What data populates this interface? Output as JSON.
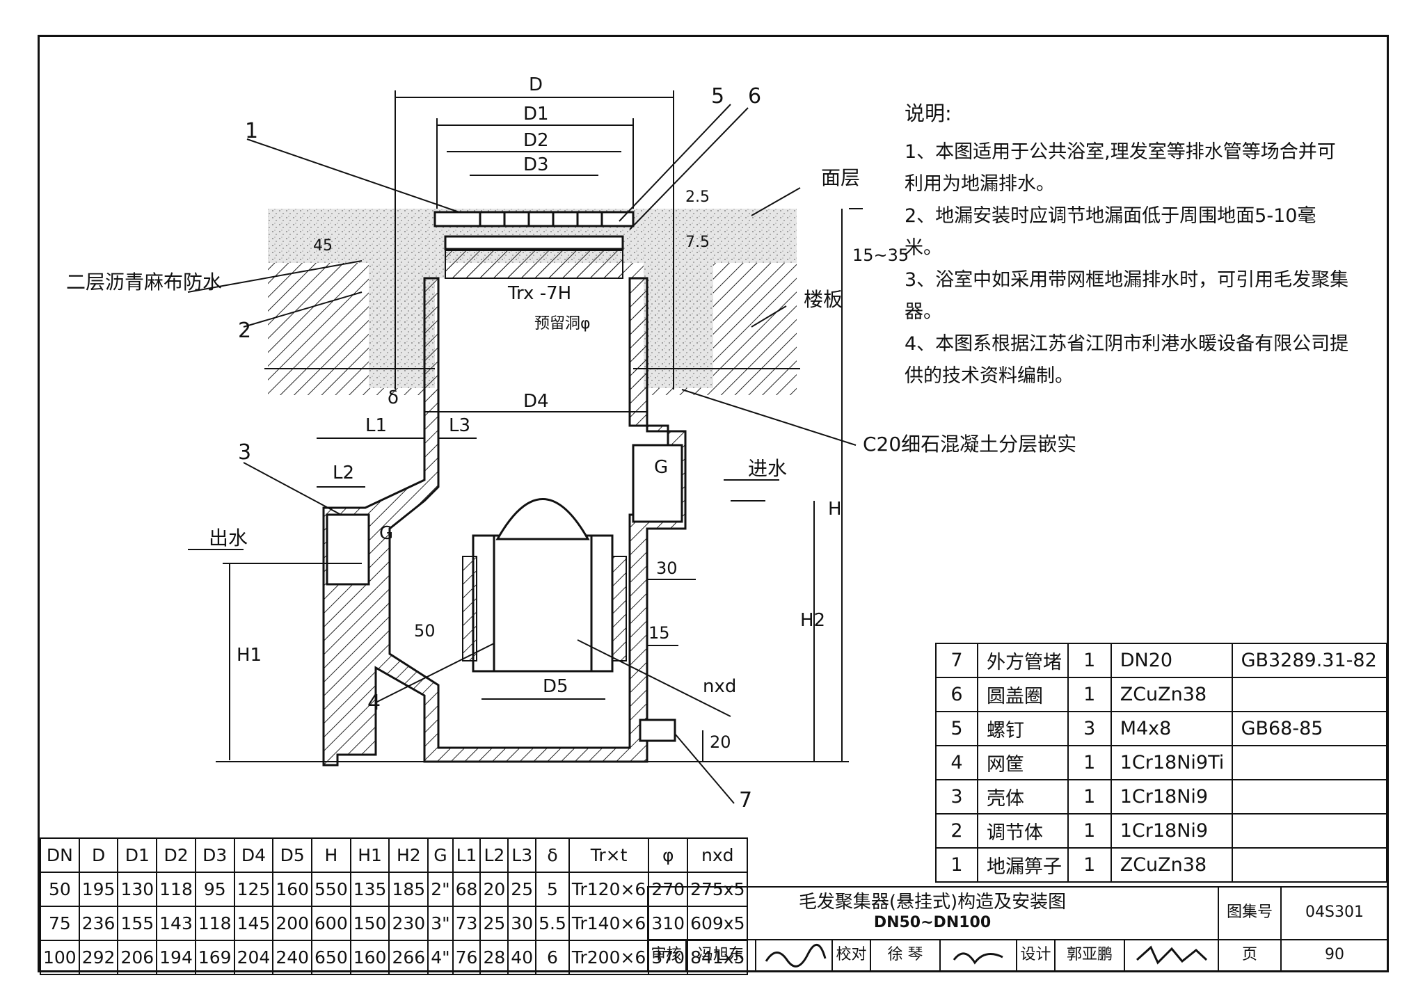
{
  "notes": {
    "title": "说明:",
    "items": [
      "1、本图适用于公共浴室,理发室等排水管等场合并可利用为地漏排水。",
      "2、地漏安装时应调节地漏面低于周围地面5-10毫米。",
      "3、浴室中如采用带网框地漏排水时，可引用毛发聚集器。",
      "4、本图系根据江苏省江阴市利港水暖设备有限公司提供的技术资料编制。"
    ]
  },
  "drawing_labels": {
    "D": "D",
    "D1": "D1",
    "D2": "D2",
    "D3": "D3",
    "D4": "D4",
    "D5": "D5",
    "L1": "L1",
    "L2": "L2",
    "L3": "L3",
    "H": "H",
    "H1": "H1",
    "H2": "H2",
    "G_in": "G",
    "G_out": "G",
    "delta": "δ",
    "nxd": "nxd",
    "thread": "Trx -7H",
    "hole": "预留洞φ",
    "dim_25": "2.5",
    "dim_75": "7.5",
    "dim_45": "45",
    "dim_1535": "15~35",
    "dim_30": "30",
    "dim_15": "15",
    "dim_50": "50",
    "dim_20": "20",
    "mianceng": "面层",
    "louban": "楼板",
    "waterproof": "二层沥青麻布防水",
    "concrete": "C20细石混凝土分层嵌实",
    "inlet": "进水",
    "outlet": "出水",
    "c1": "1",
    "c2": "2",
    "c3": "3",
    "c4": "4",
    "c5": "5",
    "c6": "6",
    "c7": "7"
  },
  "parts": [
    {
      "no": "7",
      "name": "外方管堵",
      "qty": "1",
      "material": "DN20",
      "std": "GB3289.31-82"
    },
    {
      "no": "6",
      "name": "圆盖圈",
      "qty": "1",
      "material": "ZCuZn38",
      "std": ""
    },
    {
      "no": "5",
      "name": "螺钉",
      "qty": "3",
      "material": "M4x8",
      "std": "GB68-85"
    },
    {
      "no": "4",
      "name": "网筐",
      "qty": "1",
      "material": "1Cr18Ni9Ti",
      "std": ""
    },
    {
      "no": "3",
      "name": "壳体",
      "qty": "1",
      "material": "1Cr18Ni9",
      "std": ""
    },
    {
      "no": "2",
      "name": "调节体",
      "qty": "1",
      "material": "1Cr18Ni9",
      "std": ""
    },
    {
      "no": "1",
      "name": "地漏箅子",
      "qty": "1",
      "material": "ZCuZn38",
      "std": ""
    }
  ],
  "dims": {
    "headers": [
      "DN",
      "D",
      "D1",
      "D2",
      "D3",
      "D4",
      "D5",
      "H",
      "H1",
      "H2",
      "G",
      "L1",
      "L2",
      "L3",
      "δ",
      "Tr×t",
      "φ",
      "nxd"
    ],
    "rows": [
      [
        "50",
        "195",
        "130",
        "118",
        "95",
        "125",
        "160",
        "550",
        "135",
        "185",
        "2\"",
        "68",
        "20",
        "25",
        "5",
        "Tr120×6",
        "270",
        "275x5"
      ],
      [
        "75",
        "236",
        "155",
        "143",
        "118",
        "145",
        "200",
        "600",
        "150",
        "230",
        "3\"",
        "73",
        "25",
        "30",
        "5.5",
        "Tr140×6",
        "310",
        "609x5"
      ],
      [
        "100",
        "292",
        "206",
        "194",
        "169",
        "204",
        "240",
        "650",
        "160",
        "266",
        "4\"",
        "76",
        "28",
        "40",
        "6",
        "Tr200×6",
        "370",
        "841x5"
      ]
    ]
  },
  "title_block": {
    "title": "毛发聚集器(悬挂式)构造及安装图",
    "subtitle": "DN50~DN100",
    "atlas_label": "图集号",
    "atlas_no": "04S301",
    "review_label": "审核",
    "reviewer": "冯旭东",
    "check_label": "校对",
    "checker": "徐 琴",
    "design_label": "设计",
    "designer": "郭亚鹏",
    "page_label": "页",
    "page_no": "90"
  }
}
